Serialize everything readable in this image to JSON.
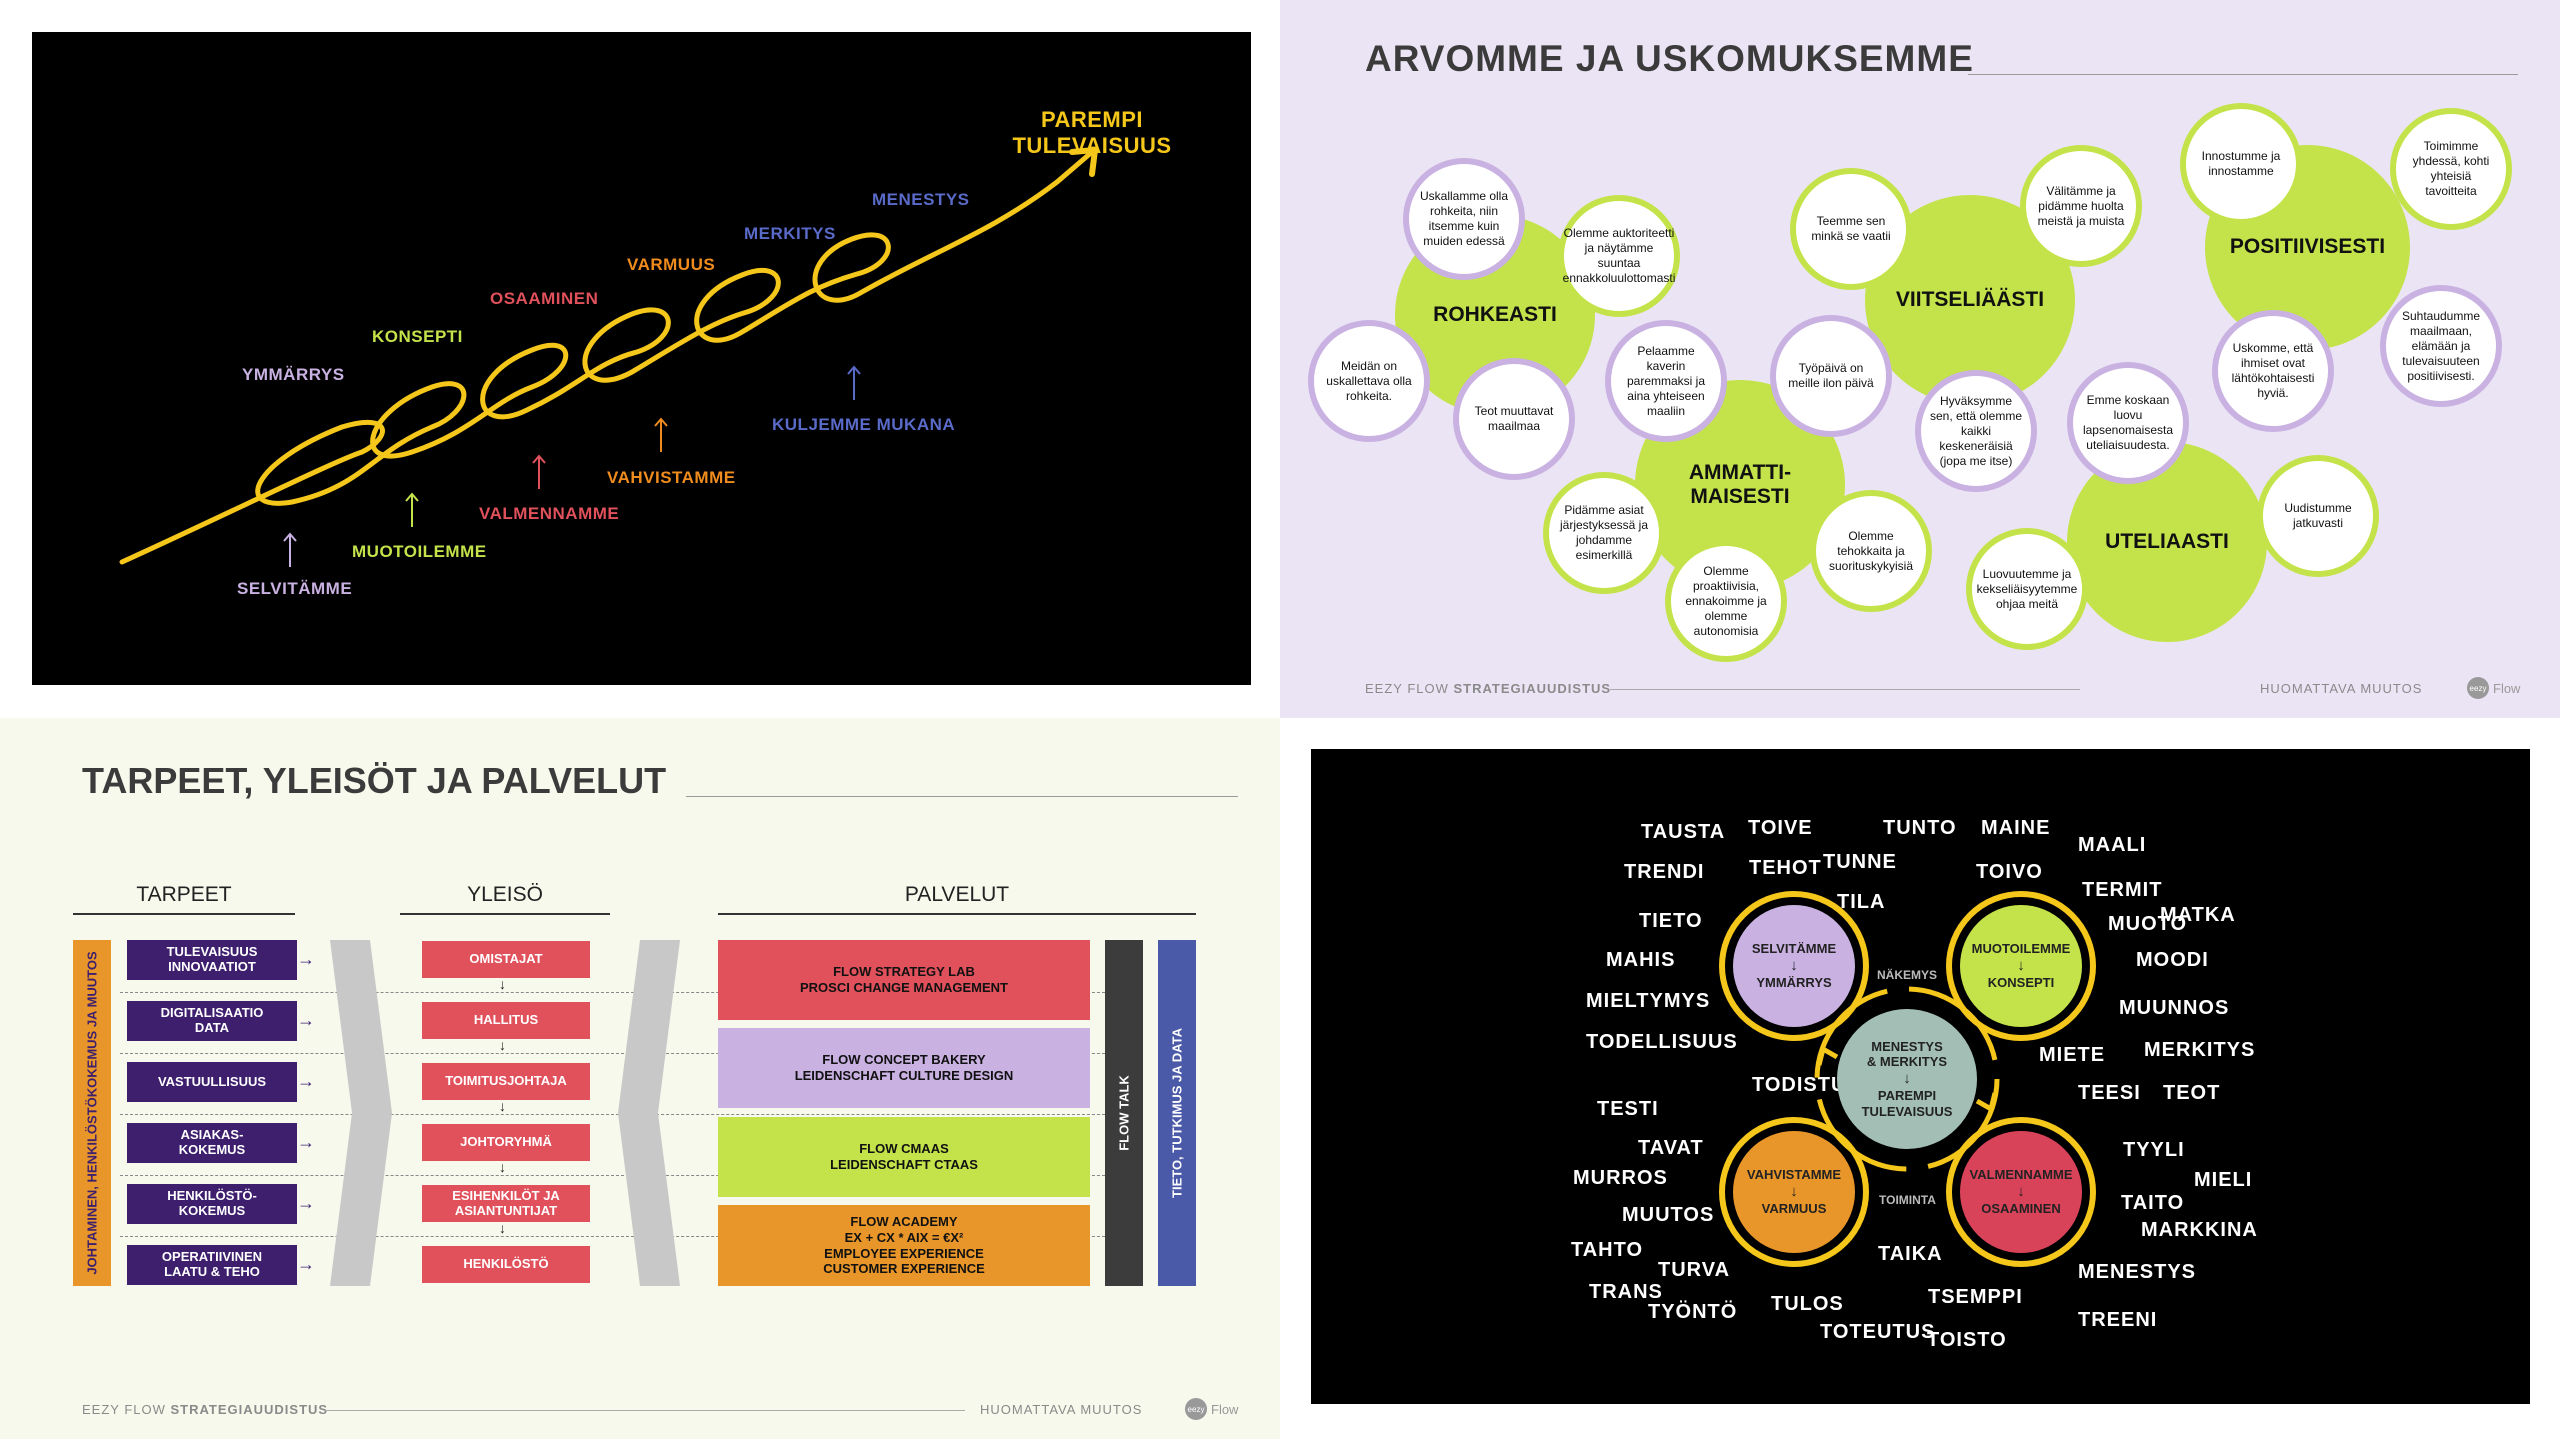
{
  "panel1": {
    "goal": "PAREMPI\nTULEVAISUUS",
    "upper": [
      {
        "text": "YMMÄRRYS",
        "color": "#c9b1e2"
      },
      {
        "text": "KONSEPTI",
        "color": "#c4e34a"
      },
      {
        "text": "OSAAMINEN",
        "color": "#e0515c"
      },
      {
        "text": "VARMUUS",
        "color": "#f08c1e"
      },
      {
        "text": "MERKITYS",
        "color": "#5a6ac8"
      },
      {
        "text": "MENESTYS",
        "color": "#5a6ac8"
      }
    ],
    "lower": [
      {
        "text": "SELVITÄMME",
        "color": "#c9b1e2"
      },
      {
        "text": "MUOTOILEMME",
        "color": "#c4e34a"
      },
      {
        "text": "VALMENNAMME",
        "color": "#e0515c"
      },
      {
        "text": "VAHVISTAMME",
        "color": "#f08c1e"
      },
      {
        "text": "KULJEMME MUKANA",
        "color": "#5a6ac8"
      }
    ],
    "curve_color": "#f5c71a",
    "goal_color": "#f5c71a"
  },
  "panel2": {
    "title": "ARVOMME JA USKOMUKSEMME",
    "values": [
      "ROHKEASTI",
      "VIITSELIÄÄSTI",
      "POSITIIVISESTI",
      "AMMATTI-\nMAISESTI",
      "UTELIAASTI"
    ],
    "beliefs": [
      "Uskallamme olla rohkeita, niin itsemme kuin muiden edessä",
      "Olemme auktoriteetti ja näytämme suuntaa ennakkoluulottomasti",
      "Meidän on uskallettava olla rohkeita.",
      "Teot muuttavat maailmaa",
      "Pelaamme kaverin paremmaksi ja aina yhteiseen maaliin",
      "Teemme sen minkä se vaatii",
      "Välitämme ja pidämme huolta meistä ja muista",
      "Työpäivä on meille ilon päivä",
      "Hyväksymme sen, että olemme kaikki keskeneräisiä (jopa me itse)",
      "Innostumme ja innostamme",
      "Toimimme yhdessä, kohti yhteisiä tavoitteita",
      "Uskomme, että ihmiset ovat lähtökohtaisesti hyviä.",
      "Suhtaudumme maailmaan, elämään ja tulevaisuuteen positiivisesti.",
      "Pidämme asiat järjestyksessä ja johdamme esimerkillä",
      "Olemme proaktiivisia, ennakoimme ja olemme autonomisia",
      "Olemme tehokkaita ja suorituskykyisiä",
      "Emme koskaan luovu lapsenomaisesta uteliaisuudesta.",
      "Uudistumme jatkuvasti",
      "Luovuutemme ja kekseliäisyytemme ohjaa meitä"
    ],
    "footer_left_a": "EEZY FLOW ",
    "footer_left_b": "STRATEGIAUUDISTUS",
    "footer_right": "HUOMATTAVA MUUTOS",
    "logo_mark": "eezy",
    "logo_text": "Flow"
  },
  "panel3": {
    "title": "TARPEET, YLEISÖT JA PALVELUT",
    "headers": [
      "TARPEET",
      "YLEISÖ",
      "PALVELUT"
    ],
    "side_label": "JOHTAMINEN, HENKILÖSTÖKOKEMUS JA MUUTOS",
    "needs": [
      "TULEVAISUUS\nINNOVAATIOT",
      "DIGITALISAATIO\nDATA",
      "VASTUULLISUUS",
      "ASIAKAS-\nKOKEMUS",
      "HENKILÖSTÖ-\nKOKEMUS",
      "OPERATIIVINEN\nLAATU & TEHO"
    ],
    "audiences": [
      "OMISTAJAT",
      "HALLITUS",
      "TOIMITUSJOHTAJA",
      "JOHTORYHMÄ",
      "ESIHENKILÖT JA\nASIANTUNTIJAT",
      "HENKILÖSTÖ"
    ],
    "services": [
      {
        "text": "FLOW STRATEGY LAB\nPROSCI CHANGE MANAGEMENT",
        "color": "#e0515c"
      },
      {
        "text": "FLOW CONCEPT BAKERY\nLEIDENSCHAFT CULTURE DESIGN",
        "color": "#c9b1e2"
      },
      {
        "text": "FLOW CMAAS\nLEIDENSCHAFT CTAAS",
        "color": "#c4e34a"
      },
      {
        "text": "FLOW ACADEMY\nEX + CX * AIX = €X²\nEMPLOYEE EXPERIENCE\nCUSTOMER EXPERIENCE",
        "color": "#e8962a"
      }
    ],
    "bar1": "FLOW TALK",
    "bar2": "TIETO, TUTKIMUS JA DATA",
    "footer_left_a": "EEZY FLOW ",
    "footer_left_b": "STRATEGIAUUDISTUS",
    "footer_right": "HUOMATTAVA MUUTOS",
    "logo_mark": "eezy",
    "logo_text": "Flow"
  },
  "panel4": {
    "quadrants": [
      {
        "top": "SELVITÄMME",
        "bottom": "YMMÄRRYS",
        "color": "#c9b1e2"
      },
      {
        "top": "MUOTOILEMME",
        "bottom": "KONSEPTI",
        "color": "#c4e34a"
      },
      {
        "top": "VAHVISTAMME",
        "bottom": "VARMUUS",
        "color": "#e8962a"
      },
      {
        "top": "VALMENNAMME",
        "bottom": "OSAAMINEN",
        "color": "#d9435a"
      }
    ],
    "center_top": "MENESTYS\n& MERKITYS",
    "center_bottom": "PAREMPI\nTULEVAISUUS",
    "center_color": "#a3bfb5",
    "arrow": "↓",
    "label_top": "NÄKEMYS",
    "label_bottom": "TOIMINTA",
    "words": [
      "TAUSTA",
      "TOIVE",
      "TUNTO",
      "MAINE",
      "MAALI",
      "TRENDI",
      "TEHOT",
      "TUNNE",
      "TOIVO",
      "TERMIT",
      "TILA",
      "MATKA",
      "TIETO",
      "MUOTO",
      "MAHIS",
      "MOODI",
      "MIELTYMYS",
      "MUUNNOS",
      "TODELLISUUS",
      "MIETE",
      "MERKITYS",
      "TODISTUS",
      "TEESI",
      "TEOT",
      "TESTI",
      "TAVAT",
      "TYYLI",
      "MURROS",
      "MIELI",
      "TAITO",
      "MUUTOS",
      "MARKKINA",
      "TAIKA",
      "TAHTO",
      "TURVA",
      "MENESTYS",
      "TRANS",
      "TSEMPPI",
      "TYÖNTÖ",
      "TULOS",
      "TREENI",
      "TOTEUTUS",
      "TOISTO"
    ]
  }
}
